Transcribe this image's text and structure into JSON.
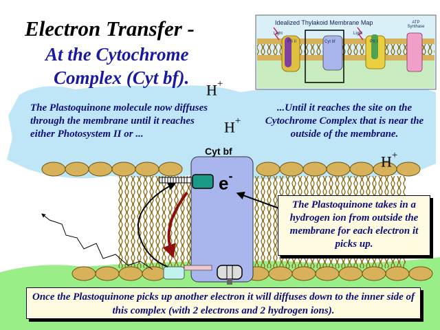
{
  "title": {
    "line1": "Electron Transfer -",
    "line2": "At the Cytochrome",
    "line3": "Complex (Cyt bf)."
  },
  "h_ion": {
    "symbol": "H",
    "charge": "+"
  },
  "left_text": "The Plastoquinone molecule now diffuses through the membrane until it reaches either Photosystem II or ...",
  "right_text": "...Until it reaches the site on the Cytochrome Complex that is near the outside of the membrane.",
  "cyt_label": "Cyt bf",
  "electron": {
    "symbol": "e",
    "charge": "-"
  },
  "plastoquinone_box": "The Plastoquinone takes in a hydrogen ion from outside the membrane for each electron it picks up.",
  "bottom_box": "Once the Plastoquinone picks up another electron it will diffuses down to the inner side of this complex (with 2 electrons and 2 hydrogen ions).",
  "map": {
    "title": "Idealized Thylakoid Membrane Map",
    "labels": {
      "light1": "Light",
      "ps2": "PS II",
      "cytb": "Cyt bf",
      "light2": "Light",
      "ps1": "PS I",
      "atp": "ATP Synthase"
    }
  },
  "colors": {
    "sky": "#bfe6f7",
    "ground": "#99ee88",
    "lipid_head": "#d7b25a",
    "lipid_tail": "#8a6a10",
    "cytochrome": "#a9b6ee",
    "title_blue": "#1a1aa0",
    "text_blue": "#0d0d7a",
    "box_fill": "#fffbe0",
    "arrow_red": "#8c1010"
  }
}
